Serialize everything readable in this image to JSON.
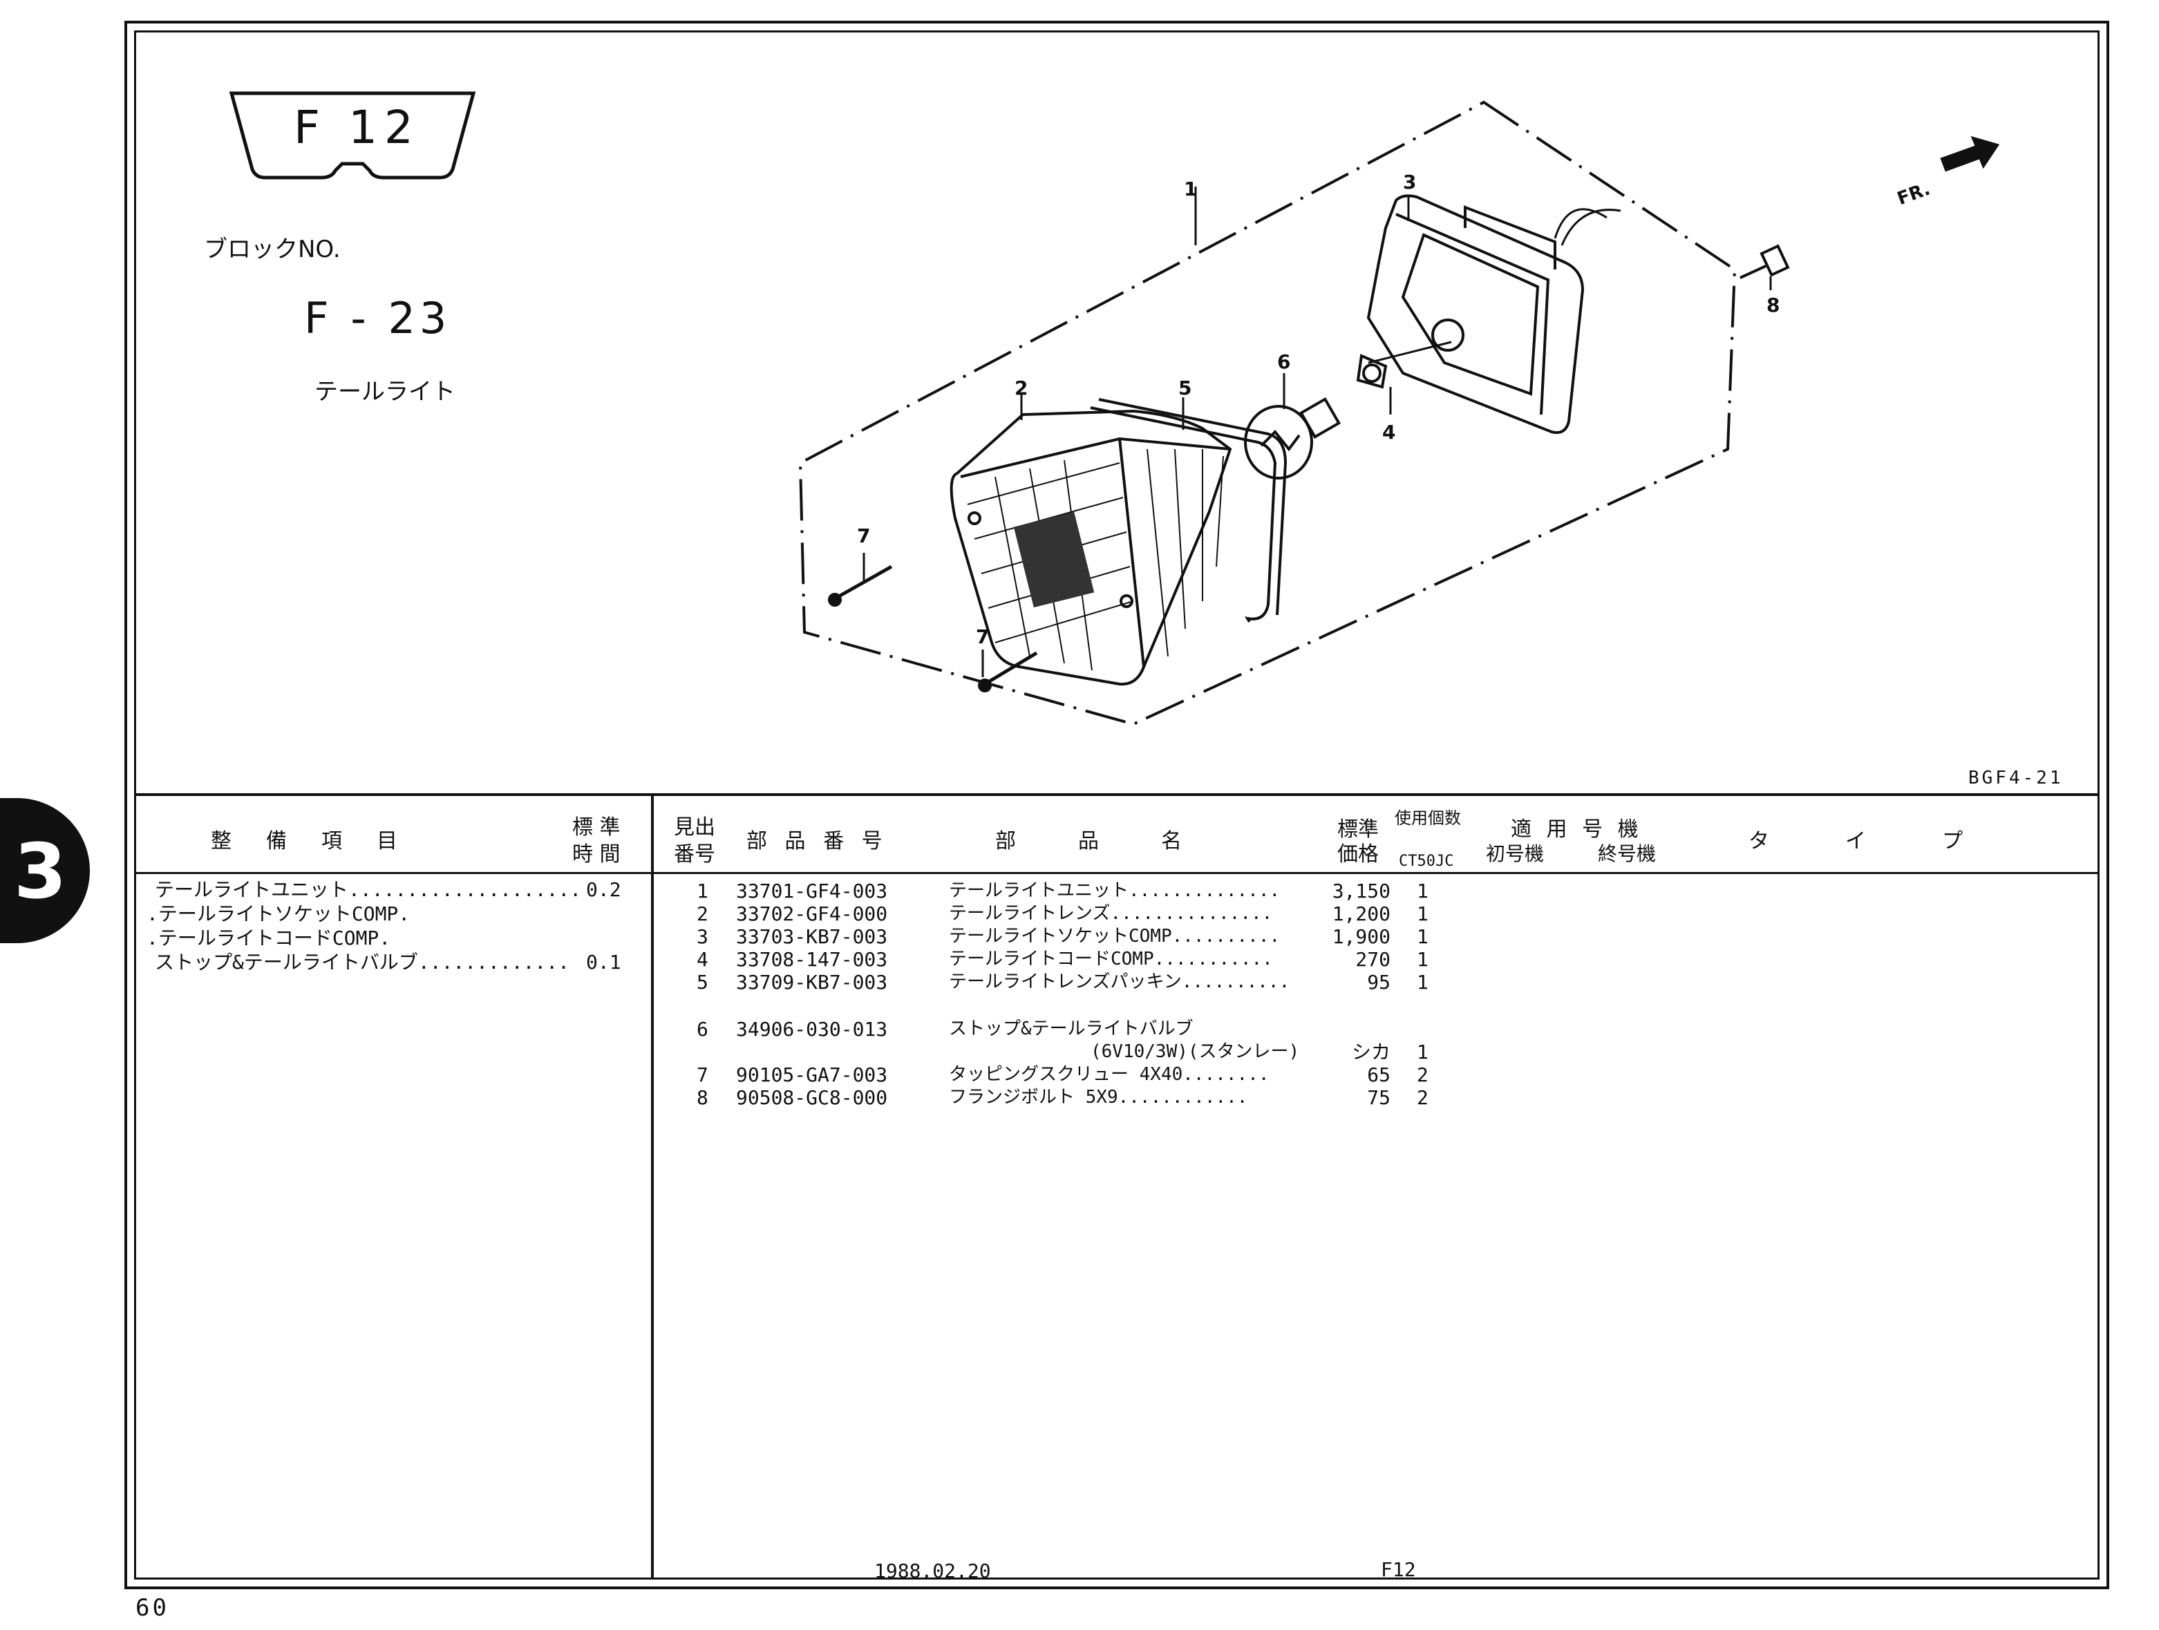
{
  "header": {
    "section_badge": "F 12",
    "block_label": "ブロックNO.",
    "block_no": "F - 23",
    "block_title": "テールライト",
    "diagram_code": "BGF4-21",
    "front_marker": "FR."
  },
  "diagram_callouts": [
    "1",
    "2",
    "3",
    "4",
    "5",
    "6",
    "7",
    "7",
    "8"
  ],
  "chapter_tab": "3",
  "service_table": {
    "headers": {
      "item": "整　備　項　目",
      "time_top": "標 準",
      "time_bottom": "時 間"
    },
    "rows": [
      {
        "item": "テールライトユニット....................",
        "time": "0.2"
      },
      {
        "item": ".テールライトソケットCOMP.",
        "time": ""
      },
      {
        "item": ".テールライトコードCOMP.",
        "time": ""
      },
      {
        "item": "ストップ&テールライトバルブ.............",
        "time": "0.1"
      }
    ]
  },
  "parts_table": {
    "headers": {
      "ref_top": "見出",
      "ref_bottom": "番号",
      "part_no": "部 品 番 号",
      "part_name": "部　　品　　名",
      "price_top": "標準",
      "price_bottom": "価格",
      "qty_top": "使用個数",
      "qty_bottom": "CT50JC",
      "model_top": "適 用 号 機",
      "model_first": "初号機",
      "model_last": "終号機",
      "type": "タ　イ　プ"
    },
    "rows": [
      {
        "ref": "1",
        "part_no": "33701-GF4-003",
        "name": "テールライトユニット..............",
        "price": "3,150",
        "qty": "1"
      },
      {
        "ref": "2",
        "part_no": "33702-GF4-000",
        "name": "テールライトレンズ...............",
        "price": "1,200",
        "qty": "1"
      },
      {
        "ref": "3",
        "part_no": "33703-KB7-003",
        "name": "テールライトソケットCOMP..........",
        "price": "1,900",
        "qty": "1"
      },
      {
        "ref": "4",
        "part_no": "33708-147-003",
        "name": "テールライトコードCOMP...........",
        "price": "270",
        "qty": "1"
      },
      {
        "ref": "5",
        "part_no": "33709-KB7-003",
        "name": "テールライトレンズパッキン..........",
        "price": "95",
        "qty": "1"
      },
      {
        "ref": "6",
        "part_no": "34906-030-013",
        "name": "ストップ&テールライトバルブ",
        "price": "",
        "qty": ""
      },
      {
        "ref": "",
        "part_no": "",
        "name": "(6V10/3W)(スタンレー)",
        "price": "シカ",
        "qty": "1"
      },
      {
        "ref": "7",
        "part_no": "90105-GA7-003",
        "name": "タッピングスクリュー 4X40........",
        "price": "65",
        "qty": "2"
      },
      {
        "ref": "8",
        "part_no": "90508-GC8-000",
        "name": "フランジボルト 5X9............",
        "price": "75",
        "qty": "2"
      }
    ]
  },
  "footer": {
    "date": "1988.02.20",
    "code": "F12",
    "page": "60"
  }
}
